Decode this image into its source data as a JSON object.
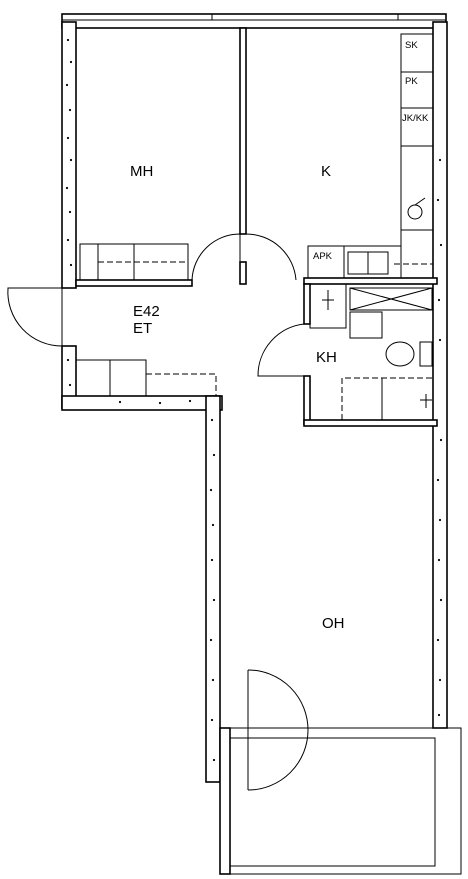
{
  "plan": {
    "apartment_code": "E42",
    "rooms": {
      "bedroom": "MH",
      "kitchen": "K",
      "hall": "ET",
      "bathroom": "KH",
      "living_room": "OH"
    },
    "fixtures": {
      "cabinet_sk": "SK",
      "cabinet_pk": "PK",
      "cabinet_jkkk": "JK/KK",
      "dishwasher": "APK"
    }
  }
}
